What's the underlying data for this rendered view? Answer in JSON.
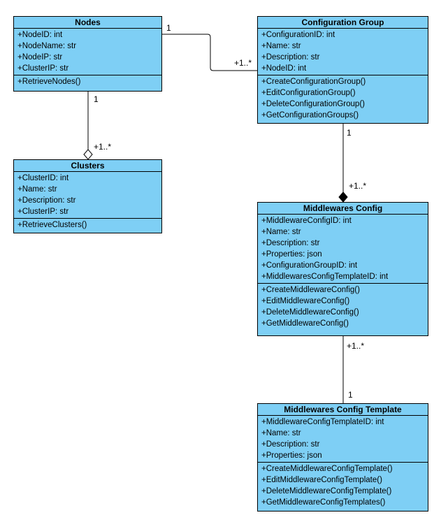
{
  "colors": {
    "class_fill": "#7ecff5",
    "line": "#000000"
  },
  "classes": {
    "nodes": {
      "name": "Nodes",
      "attributes": [
        "+NodeID: int",
        "+NodeName: str",
        "+NodeIP: str",
        "+ClusterIP: str"
      ],
      "methods": [
        "+RetrieveNodes()"
      ]
    },
    "config_group": {
      "name": "Configuration Group",
      "attributes": [
        "+ConfigurationID: int",
        "+Name: str",
        "+Description: str",
        "+NodeID: int"
      ],
      "methods": [
        "+CreateConfigurationGroup()",
        "+EditConfigurationGroup()",
        "+DeleteConfigurationGroup()",
        "+GetConfigurationGroups()"
      ]
    },
    "clusters": {
      "name": "Clusters",
      "attributes": [
        "+ClusterID: int",
        "+Name: str",
        "+Description: str",
        "+ClusterIP: str"
      ],
      "methods": [
        "+RetrieveClusters()"
      ]
    },
    "mw_config": {
      "name": "Middlewares Config",
      "attributes": [
        "+MiddlewareConfigID: int",
        "+Name: str",
        "+Description: str",
        "+Properties: json",
        "+ConfigurationGroupID: int",
        "+MiddlewaresConfigTemplateID: int"
      ],
      "methods": [
        "+CreateMiddlewareConfig()",
        "+EditMiddlewareConfig()",
        "+DeleteMiddlewareConfig()",
        "+GetMiddlewareConfig()"
      ]
    },
    "mw_template": {
      "name": "Middlewares Config Template",
      "attributes": [
        "+MiddlewareConfigTemplateID: int",
        "+Name: str",
        "+Description: str",
        "+Properties: json"
      ],
      "methods": [
        "+CreateMiddlewareConfigTemplate()",
        "+EditMiddlewareConfigTemplate()",
        "+DeleteMiddlewareConfigTemplate()",
        "+GetMiddlewareConfigTemplates()"
      ]
    }
  },
  "multiplicities": {
    "nodes_cg_source": "1",
    "nodes_cg_target": "+1..*",
    "nodes_clusters_source": "1",
    "nodes_clusters_target": "+1..*",
    "cg_mw_source": "1",
    "cg_mw_target": "+1..*",
    "mw_tpl_source": "+1..*",
    "mw_tpl_target": "1"
  }
}
